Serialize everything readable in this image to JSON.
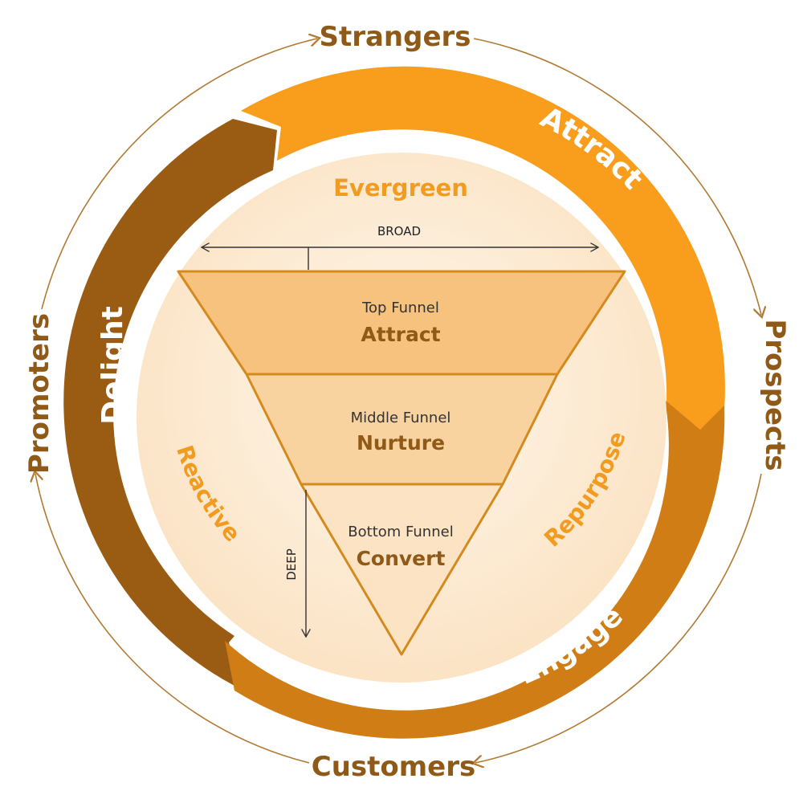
{
  "outer_cycle": {
    "top": "Strangers",
    "right": "Prospects",
    "bottom": "Customers",
    "left": "Promoters"
  },
  "ring": {
    "attract": "Attract",
    "engage": "Engage",
    "delight": "Delight"
  },
  "inner": {
    "evergreen": "Evergreen",
    "reactive": "Reactive",
    "repurpose": "Repurpose",
    "broad": "BROAD",
    "deep": "DEEP"
  },
  "funnel": [
    {
      "stage": "Top Funnel",
      "action": "Attract"
    },
    {
      "stage": "Middle Funnel",
      "action": "Nurture"
    },
    {
      "stage": "Bottom Funnel",
      "action": "Convert"
    }
  ],
  "colors": {
    "brown_text": "#8f5a17",
    "orange_text": "#f29b21",
    "attract_band": "#f89d1c",
    "engage_band": "#cf7d14",
    "delight_band": "#9a5c12",
    "inner_disc": "#fdebd4",
    "funnel_top": "#f6c27e",
    "funnel_middle": "#f9d39f",
    "funnel_bottom": "#fce3c4",
    "funnel_stroke": "#d58a1e"
  }
}
